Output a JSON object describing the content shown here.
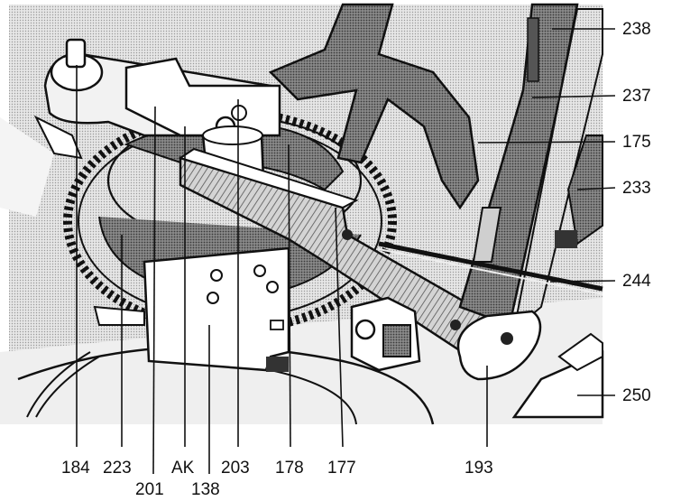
{
  "figure": {
    "labels": {
      "right": [
        "238",
        "237",
        "175",
        "233",
        "244",
        "250"
      ],
      "bottom_row": [
        "184",
        "223",
        "AK",
        "203",
        "178",
        "177",
        "193"
      ],
      "bottom_lower": [
        "201",
        "138"
      ]
    }
  }
}
